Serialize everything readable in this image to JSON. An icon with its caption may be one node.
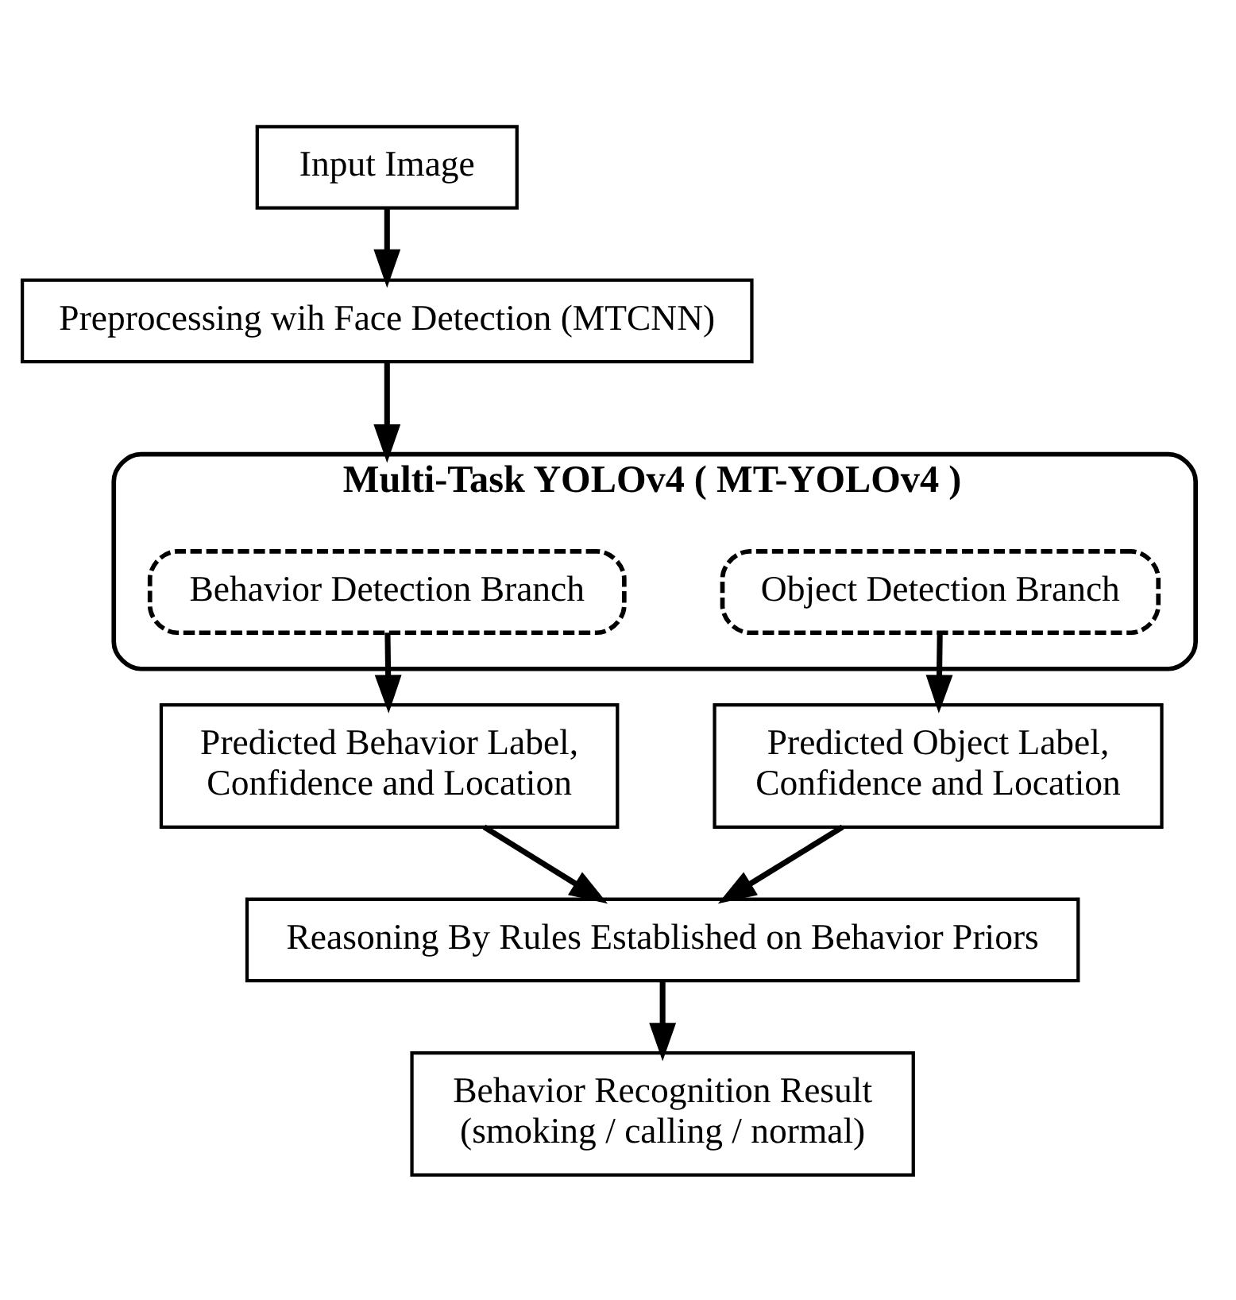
{
  "diagram": {
    "nodes": [
      {
        "text": [
          "Input Image"
        ]
      },
      {
        "text": [
          "Preprocessing wih Face Detection (MTCNN)"
        ]
      },
      {
        "text": [
          "Multi-Task YOLOv4 ( MT-YOLOv4 )"
        ]
      },
      {
        "text": [
          "Behavior Detection Branch"
        ],
        "in": 2
      },
      {
        "text": [
          "Object Detection Branch"
        ],
        "in": 2
      },
      {
        "text": [
          "Predicted Behavior Label, Confidence and Location"
        ]
      },
      {
        "text": [
          "Predicted Object Label, Confidence and Location"
        ]
      },
      {
        "text": [
          "Reasoning By Rules Established on Behavior Priors"
        ]
      },
      {
        "text": [
          "Behavior Recognition Result (smoking / calling / normal)"
        ]
      }
    ],
    "edges": [
      {
        "from": 0,
        "to": 1,
        "arrow": "to"
      },
      {
        "from": 1,
        "to": 2,
        "arrow": "to"
      },
      {
        "from": 3,
        "to": 5,
        "arrow": "to"
      },
      {
        "from": 4,
        "to": 6,
        "arrow": "to"
      },
      {
        "from": 5,
        "to": 7,
        "arrow": "to"
      },
      {
        "from": 6,
        "to": 7,
        "arrow": "to"
      },
      {
        "from": 7,
        "to": 8,
        "arrow": "to"
      }
    ]
  }
}
